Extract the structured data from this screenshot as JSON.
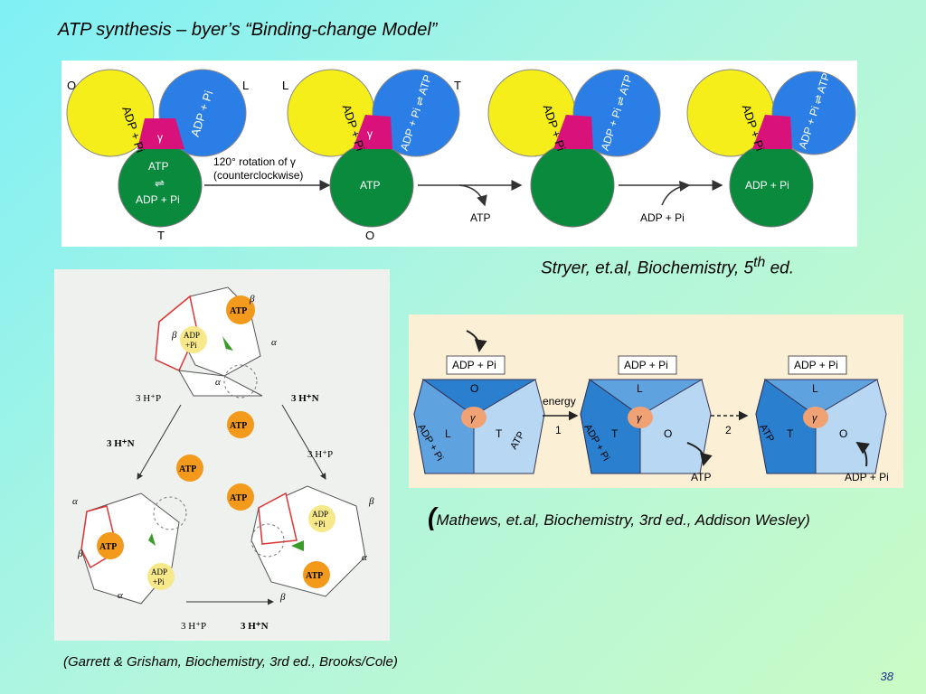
{
  "slide": {
    "title": "ATP synthesis – byer’s “Binding-change Model”",
    "page_number": "38"
  },
  "stryer": {
    "citation_prefix": "Stryer, et.al, Biochemistry, 5",
    "citation_sup": "th",
    "citation_suffix": " ed.",
    "states": [
      {
        "yellow": "ADP + Pi",
        "blue": "ADP + Pi",
        "green_top": "ATP",
        "green_mid": "⇌",
        "green_bottom": "ADP + Pi",
        "gamma": "γ",
        "labels": [
          "O",
          "L",
          "T"
        ]
      },
      {
        "yellow": "ADP + Pi",
        "blue": "ADP + Pi ⇌ ATP",
        "green": "ATP",
        "gamma": "γ",
        "labels": [
          "L",
          "T",
          "O"
        ]
      },
      {
        "yellow": "ADP + Pi",
        "blue": "ADP + Pi ⇌ ATP",
        "green": ""
      },
      {
        "yellow": "ADP + Pi",
        "blue": "ADP + Pi ⇌ ATP",
        "green": "ADP + Pi"
      }
    ],
    "rotation_line1": "120° rotation of γ",
    "rotation_line2": "(counterclockwise)",
    "release": "ATP",
    "uptake": "ADP + Pi"
  },
  "garrett": {
    "citation": "(Garrett & Grisham, Biochemistry, 3rd ed., Brooks/Cole)",
    "atp": "ATP",
    "adp": "ADP",
    "pi": "+Pi",
    "alpha": "α",
    "beta": "β",
    "proton_p": "3 H⁺P",
    "proton_n": "3 H⁺N"
  },
  "mathews": {
    "citation_paren": "(",
    "citation": "Mathews, et.al, Biochemistry, 3rd ed., Addison Wesley)",
    "adp_pi": "ADP + Pi",
    "atp": "ATP",
    "energy": "energy",
    "step1": "1",
    "step2": "2",
    "gamma": "γ",
    "states": [
      {
        "top": "O",
        "left": "L",
        "right": "T"
      },
      {
        "top": "L",
        "left": "T",
        "right": "O"
      },
      {
        "top": "L",
        "left": "T",
        "right": "O"
      }
    ]
  }
}
